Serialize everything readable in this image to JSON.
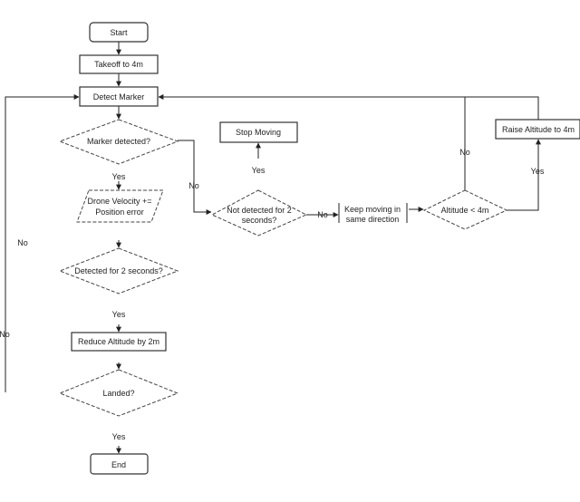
{
  "nodes": {
    "start": "Start",
    "takeoff": "Takeoff to 4m",
    "detect_marker": "Detect Marker",
    "marker_detected": "Marker detected?",
    "velocity_line1": "Drone Velocity +=",
    "velocity_line2": "Position error",
    "detected_2s": "Detected for 2 seconds?",
    "reduce_altitude": "Reduce Altitude by 2m",
    "landed": "Landed?",
    "end": "End",
    "stop_moving": "Stop Moving",
    "not_detected_line1": "Not detected for 2",
    "not_detected_line2": "seconds?",
    "keep_moving_line1": "Keep moving in",
    "keep_moving_line2": "same direction",
    "altitude_check": "Altitude < 4m",
    "raise_altitude": "Raise Altitude to 4m"
  },
  "labels": {
    "yes_velocity": "Yes",
    "no_left_upper": "No",
    "no_left_lower": "No",
    "yes_reduce": "Yes",
    "yes_end": "Yes",
    "no_marker": "No",
    "yes_stop": "Yes",
    "no_keep": "No",
    "no_altitude": "No",
    "yes_raise": "Yes"
  }
}
